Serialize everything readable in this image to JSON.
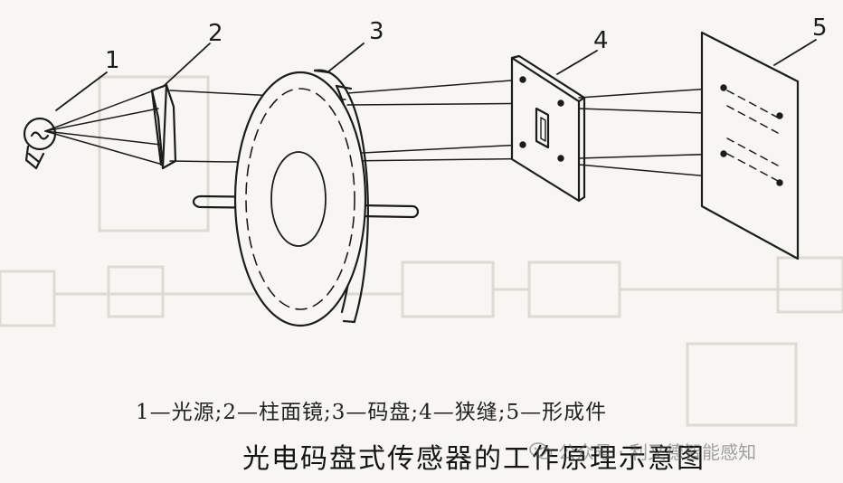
{
  "labels": {
    "n1": "1",
    "n2": "2",
    "n3": "3",
    "n4": "4",
    "n5": "5"
  },
  "legend": "1—光源;2—柱面镜;3—码盘;4—狭缝;5—形成件",
  "title": "光电码盘式传感器的工作原理示意图",
  "watermark": {
    "icon": "wechat-icon",
    "text": "公众号 · 利又德智能感知"
  },
  "colors": {
    "ink": "#1c1c1c",
    "paper": "#f7f6f2",
    "ghost": "#dcdad4"
  }
}
